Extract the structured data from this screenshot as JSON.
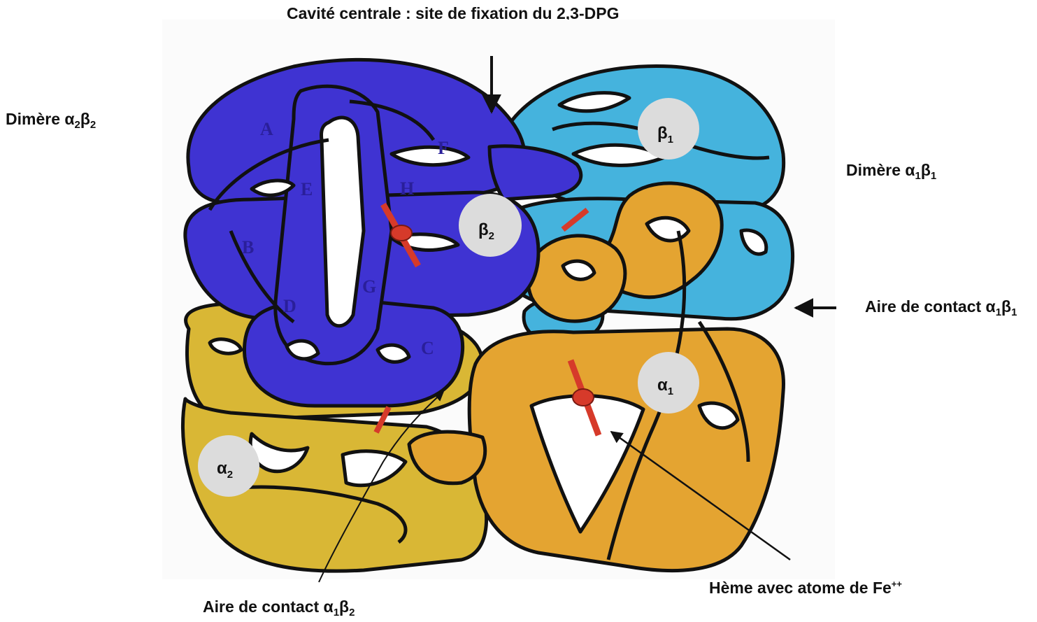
{
  "labels": {
    "top_cavity": "Cavité centrale : site de fixation du 2,3-DPG",
    "dimer_a2b2_prefix": "Dimère ",
    "dimer_a1b1_prefix": "Dimère ",
    "contact_a1b1_prefix": "Aire de contact ",
    "contact_a1b2_prefix": "Aire de contact ",
    "heme": "Hème avec atome de Fe",
    "heme_charge": "++"
  },
  "greek": {
    "alpha": "α",
    "beta": "β",
    "sub1": "1",
    "sub2": "2"
  },
  "helices": [
    "A",
    "B",
    "C",
    "D",
    "E",
    "F",
    "G",
    "H"
  ],
  "colors": {
    "beta2": "#3f33d2",
    "beta1": "#45b3dd",
    "alpha1": "#e4a431",
    "alpha2": "#d9b735",
    "heme": "#d63a2a",
    "circle": "#dcdcdc",
    "outline": "#111111"
  }
}
